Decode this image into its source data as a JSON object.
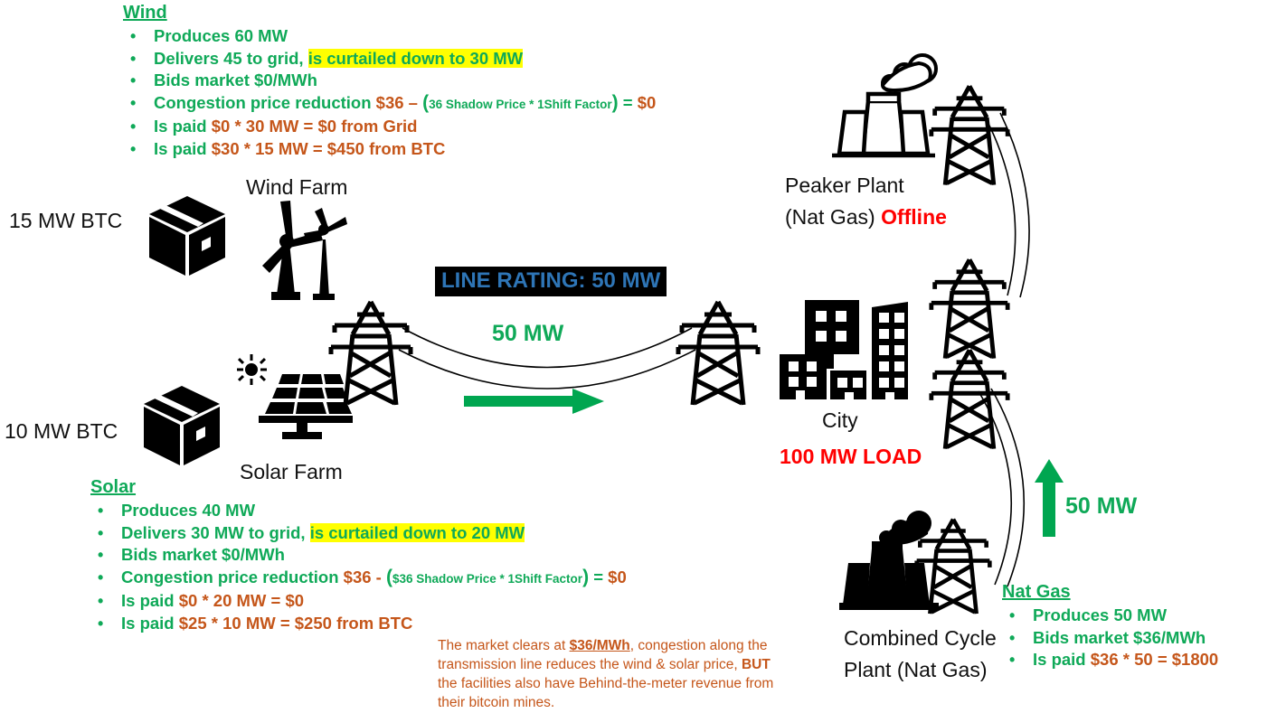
{
  "colors": {
    "green": "#0FA958",
    "orange": "#C5561A",
    "red": "#FF0000",
    "blue": "#2E75B6",
    "highlight": "#FFFF00",
    "black": "#000000"
  },
  "wind_block": {
    "heading": "Wind",
    "bullets": [
      {
        "parts": [
          {
            "t": "Produces 60 MW",
            "c": "green"
          }
        ]
      },
      {
        "parts": [
          {
            "t": "Delivers 45 to grid, ",
            "c": "green"
          },
          {
            "t": "is curtailed down to 30 MW",
            "c": "green",
            "hl": true
          }
        ]
      },
      {
        "parts": [
          {
            "t": "Bids market $0/MWh",
            "c": "green"
          }
        ]
      },
      {
        "parts": [
          {
            "t": "Congestion price reduction ",
            "c": "green"
          },
          {
            "t": "$36 – ",
            "c": "orange"
          },
          {
            "t": "(",
            "c": "green",
            "big": true
          },
          {
            "t": "36 Shadow Price * 1Shift Factor",
            "c": "green",
            "small": true
          },
          {
            "t": ")",
            "c": "green",
            "big": true
          },
          {
            "t": " = ",
            "c": "green"
          },
          {
            "t": "$0",
            "c": "orange"
          }
        ]
      },
      {
        "parts": [
          {
            "t": "Is paid ",
            "c": "green"
          },
          {
            "t": "$0 * 30 MW = $0 from Grid",
            "c": "orange"
          }
        ]
      },
      {
        "parts": [
          {
            "t": "Is paid ",
            "c": "green"
          },
          {
            "t": "$30 * 15 MW = $450 from BTC",
            "c": "orange"
          }
        ]
      }
    ]
  },
  "solar_block": {
    "heading": "Solar",
    "bullets": [
      {
        "parts": [
          {
            "t": "Produces 40 MW",
            "c": "green"
          }
        ]
      },
      {
        "parts": [
          {
            "t": "Delivers 30 MW to grid, ",
            "c": "green"
          },
          {
            "t": "is curtailed down to 20 MW",
            "c": "green",
            "hl": true
          }
        ]
      },
      {
        "parts": [
          {
            "t": "Bids market $0/MWh",
            "c": "green"
          }
        ]
      },
      {
        "parts": [
          {
            "t": "Congestion price reduction ",
            "c": "green"
          },
          {
            "t": "$36 - ",
            "c": "orange"
          },
          {
            "t": "(",
            "c": "green",
            "big": true
          },
          {
            "t": "$36 Shadow Price * 1Shift Factor",
            "c": "green",
            "small": true
          },
          {
            "t": ")",
            "c": "green",
            "big": true
          },
          {
            "t": " = ",
            "c": "green"
          },
          {
            "t": "$0",
            "c": "orange"
          }
        ]
      },
      {
        "parts": [
          {
            "t": "Is paid ",
            "c": "green"
          },
          {
            "t": "$0 * 20 MW = $0",
            "c": "orange"
          }
        ]
      },
      {
        "parts": [
          {
            "t": "Is paid ",
            "c": "green"
          },
          {
            "t": "$25 * 10 MW = $250 from BTC",
            "c": "orange"
          }
        ]
      }
    ]
  },
  "natgas_block": {
    "heading": "Nat Gas",
    "bullets": [
      {
        "parts": [
          {
            "t": "Produces 50 MW",
            "c": "green"
          }
        ]
      },
      {
        "parts": [
          {
            "t": "Bids market $36/MWh",
            "c": "green"
          }
        ]
      },
      {
        "parts": [
          {
            "t": "Is paid ",
            "c": "green"
          },
          {
            "t": "$36 * 50 = $1800",
            "c": "orange"
          }
        ]
      }
    ]
  },
  "labels": {
    "btc_wind": "15 MW BTC",
    "btc_solar": "10 MW BTC",
    "wind_farm": "Wind Farm",
    "solar_farm": "Solar Farm",
    "peaker_line1": "Peaker Plant",
    "peaker_line2": "(Nat Gas)",
    "peaker_status": "Offline",
    "city": "City",
    "city_load": "100 MW LOAD",
    "ccgt_line1": "Combined Cycle",
    "ccgt_line2": "Plant (Nat Gas)",
    "line_rating": "LINE RATING: 50 MW",
    "flow_line": "50 MW",
    "flow_up": "50 MW"
  },
  "note": {
    "s1": "The market clears at ",
    "s2": "$36/MWh",
    "s3": ", congestion along the transmission line reduces the wind & solar price, ",
    "s4": "BUT",
    "s5": " the facilities also have Behind-the-meter revenue from their bitcoin mines."
  }
}
